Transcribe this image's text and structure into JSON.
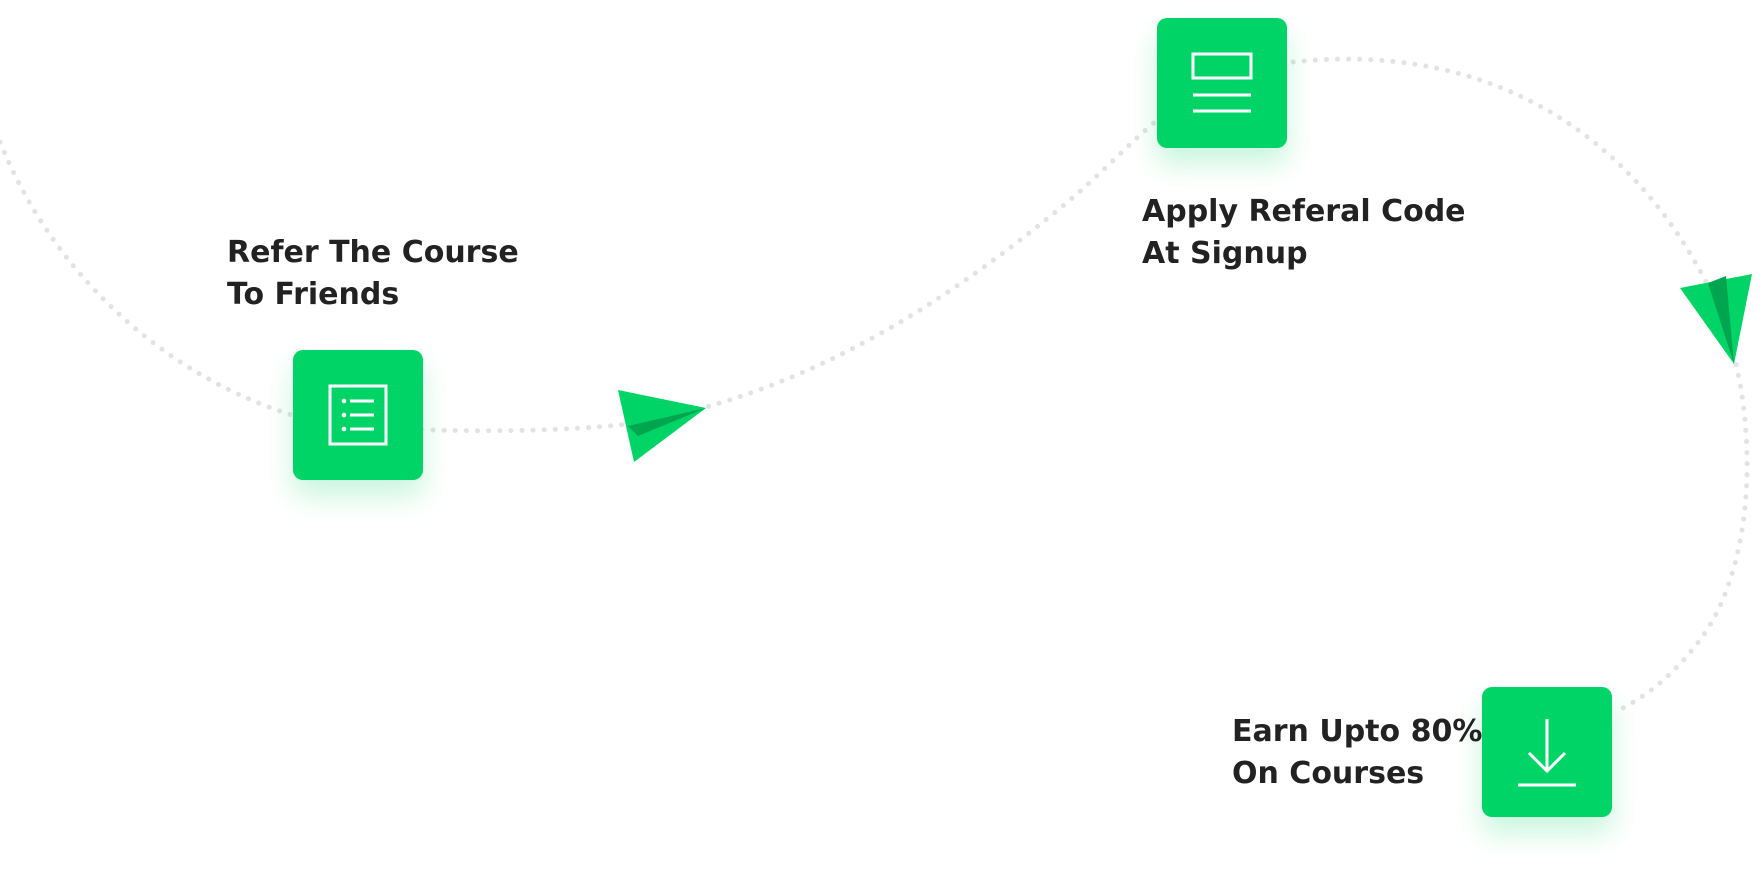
{
  "colors": {
    "accent": "#00d467",
    "accent_dark": "#00a64f",
    "path": "#e3e3e3",
    "text": "#222222",
    "background": "#ffffff"
  },
  "steps": [
    {
      "line1": "Refer The Course",
      "line2": "To Friends",
      "icon": "list-document-icon"
    },
    {
      "line1": "Apply Referal Code",
      "line2": "At Signup",
      "icon": "form-document-icon"
    },
    {
      "line1": "Earn Upto 80%",
      "line2": "On Courses",
      "icon": "download-icon"
    }
  ]
}
